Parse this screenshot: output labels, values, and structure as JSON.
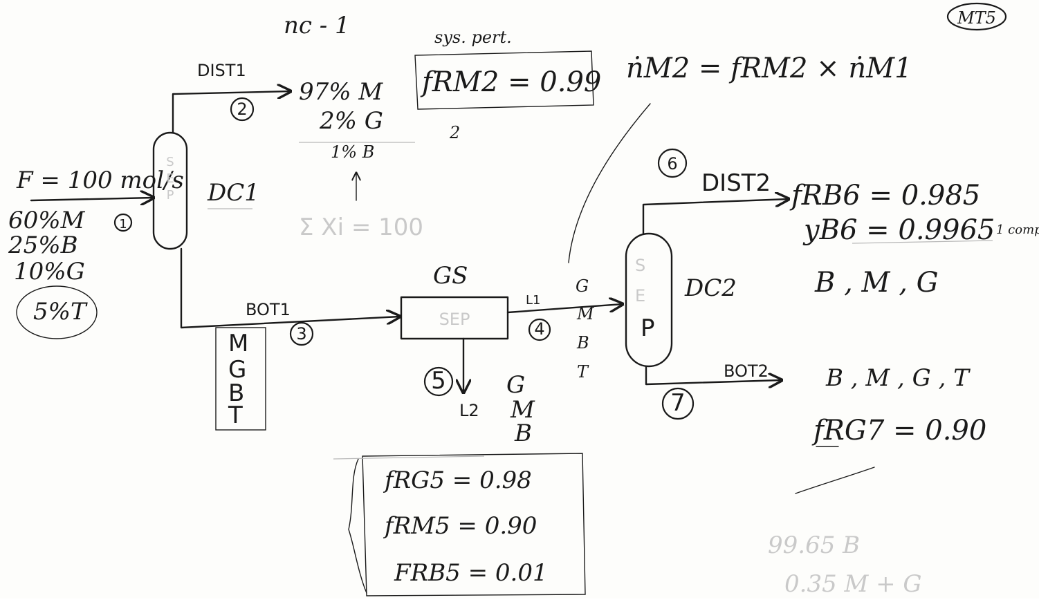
{
  "corner_tag": "MT5",
  "top_note": "nc - 1",
  "spec_box": {
    "heading": "sys. pert.",
    "spec": "fRM2 = 0.99",
    "sub": "2"
  },
  "flow_equation": "ṅM2 = fRM2 × ṅM1",
  "feed": {
    "label": "F = 100 mol/s",
    "stream_no": "1",
    "composition": [
      "60%M",
      "25%B",
      "10%G",
      "5%T"
    ]
  },
  "dc1": {
    "name": "DC1",
    "sep_letters": [
      "S",
      "E",
      "P"
    ]
  },
  "dist1": {
    "label": "DIST1",
    "stream_no": "2",
    "composition": [
      "97% M",
      "2% G",
      "1% B"
    ]
  },
  "sum_note": "Σ Xi = 100",
  "bot1": {
    "label": "BOT1",
    "stream_no": "3",
    "components": [
      "M",
      "G",
      "B",
      "T"
    ]
  },
  "gs": {
    "name": "GS",
    "sep_text": "SEP"
  },
  "l1": {
    "label": "L1",
    "stream_no": "4",
    "components": [
      "G",
      "M",
      "B",
      "T"
    ]
  },
  "l2": {
    "label": "L2",
    "stream_no": "5",
    "components": [
      "G",
      "M",
      "B"
    ]
  },
  "gs_specs": [
    "fRG5 = 0.98",
    "fRM5 = 0.90",
    "FRB5 = 0.01"
  ],
  "dc2": {
    "name": "DC2",
    "sep_letters": [
      "S",
      "E",
      "P"
    ]
  },
  "dist2": {
    "label": "DIST2",
    "stream_no": "6",
    "specs": [
      "fRB6 = 0.985",
      "yB6 = 0.9965"
    ],
    "comp_note": "1 comp",
    "components": "B , M , G"
  },
  "bot2": {
    "label": "BOT2",
    "stream_no": "7",
    "components": "B , M , G , T",
    "spec": "fRG7 = 0.90"
  },
  "result_note": [
    "99.65 B",
    "0.35 M + G"
  ]
}
